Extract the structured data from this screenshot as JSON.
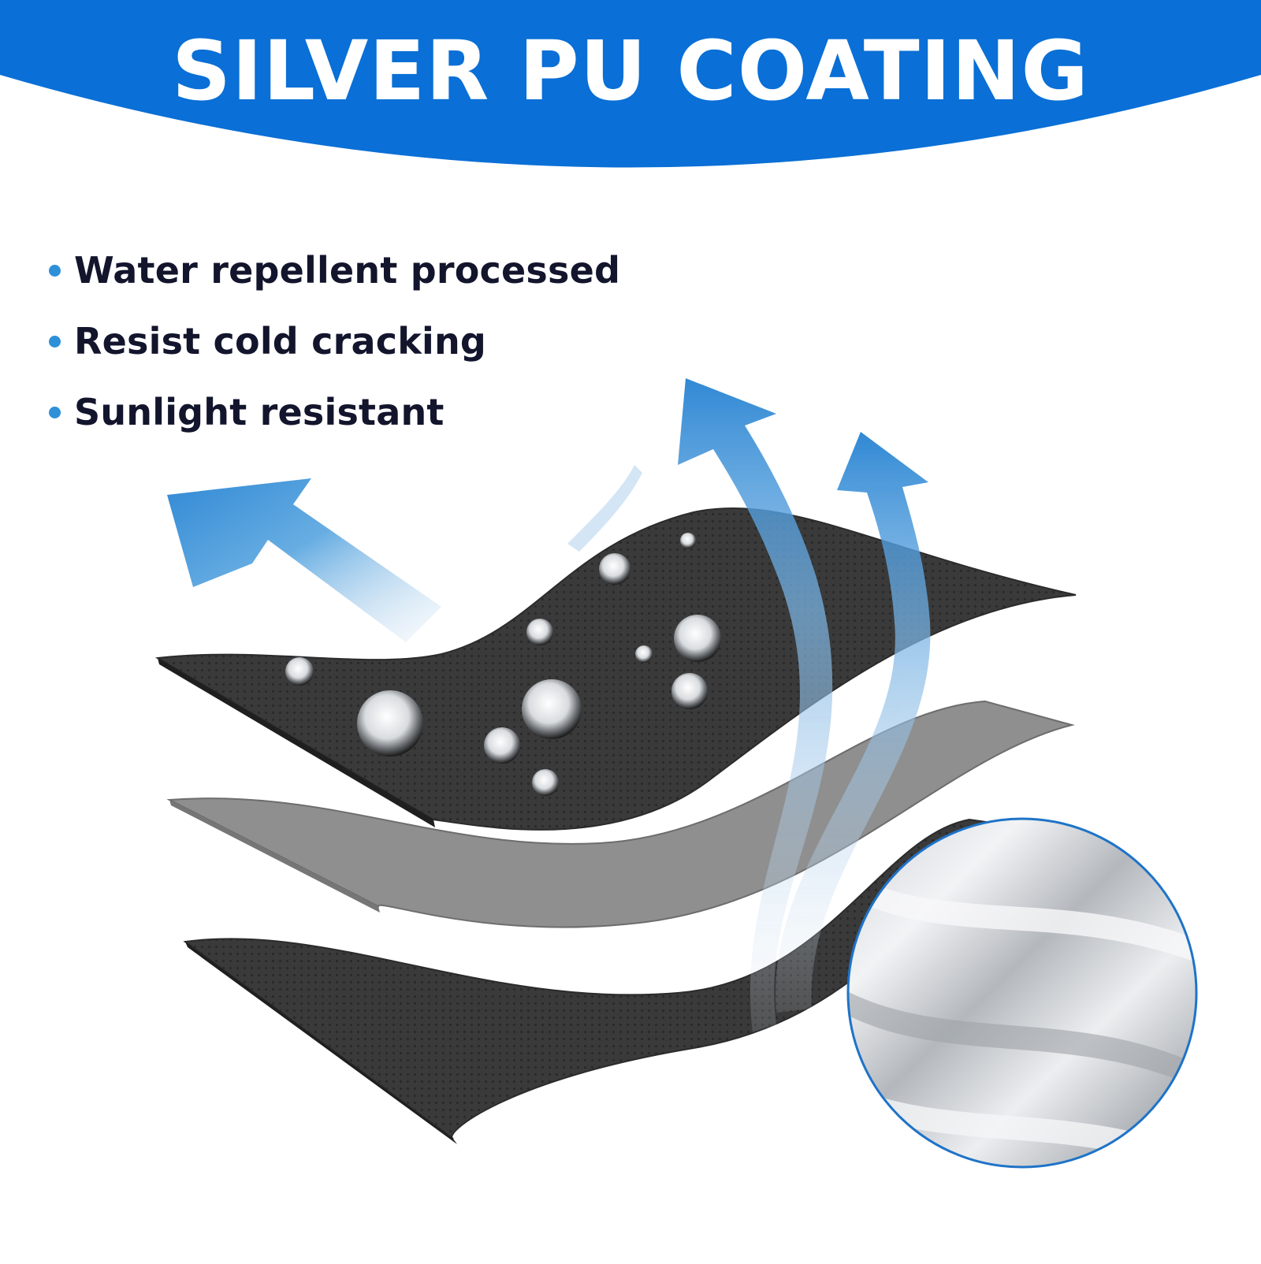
{
  "banner": {
    "title": "SILVER PU COATING",
    "color": "#0a6fd6"
  },
  "features": [
    {
      "label": "Water repellent processed",
      "icon": "bullet-dot"
    },
    {
      "label": "Resist cold cracking",
      "icon": "bullet-dot"
    },
    {
      "label": "Sunlight resistant",
      "icon": "bullet-dot"
    }
  ],
  "illustration": {
    "layers": [
      "top dark fabric layer with water droplets",
      "middle grey layer",
      "bottom dark layer"
    ],
    "arrows": "blue breathability arrows",
    "inset": "magnified silver coating texture"
  },
  "colors": {
    "accent": "#0a6fd6",
    "bullet": "#2e90d8",
    "text": "#12152c",
    "dark_layer": "#3b3b3b",
    "grey_layer": "#8f8f8f"
  }
}
